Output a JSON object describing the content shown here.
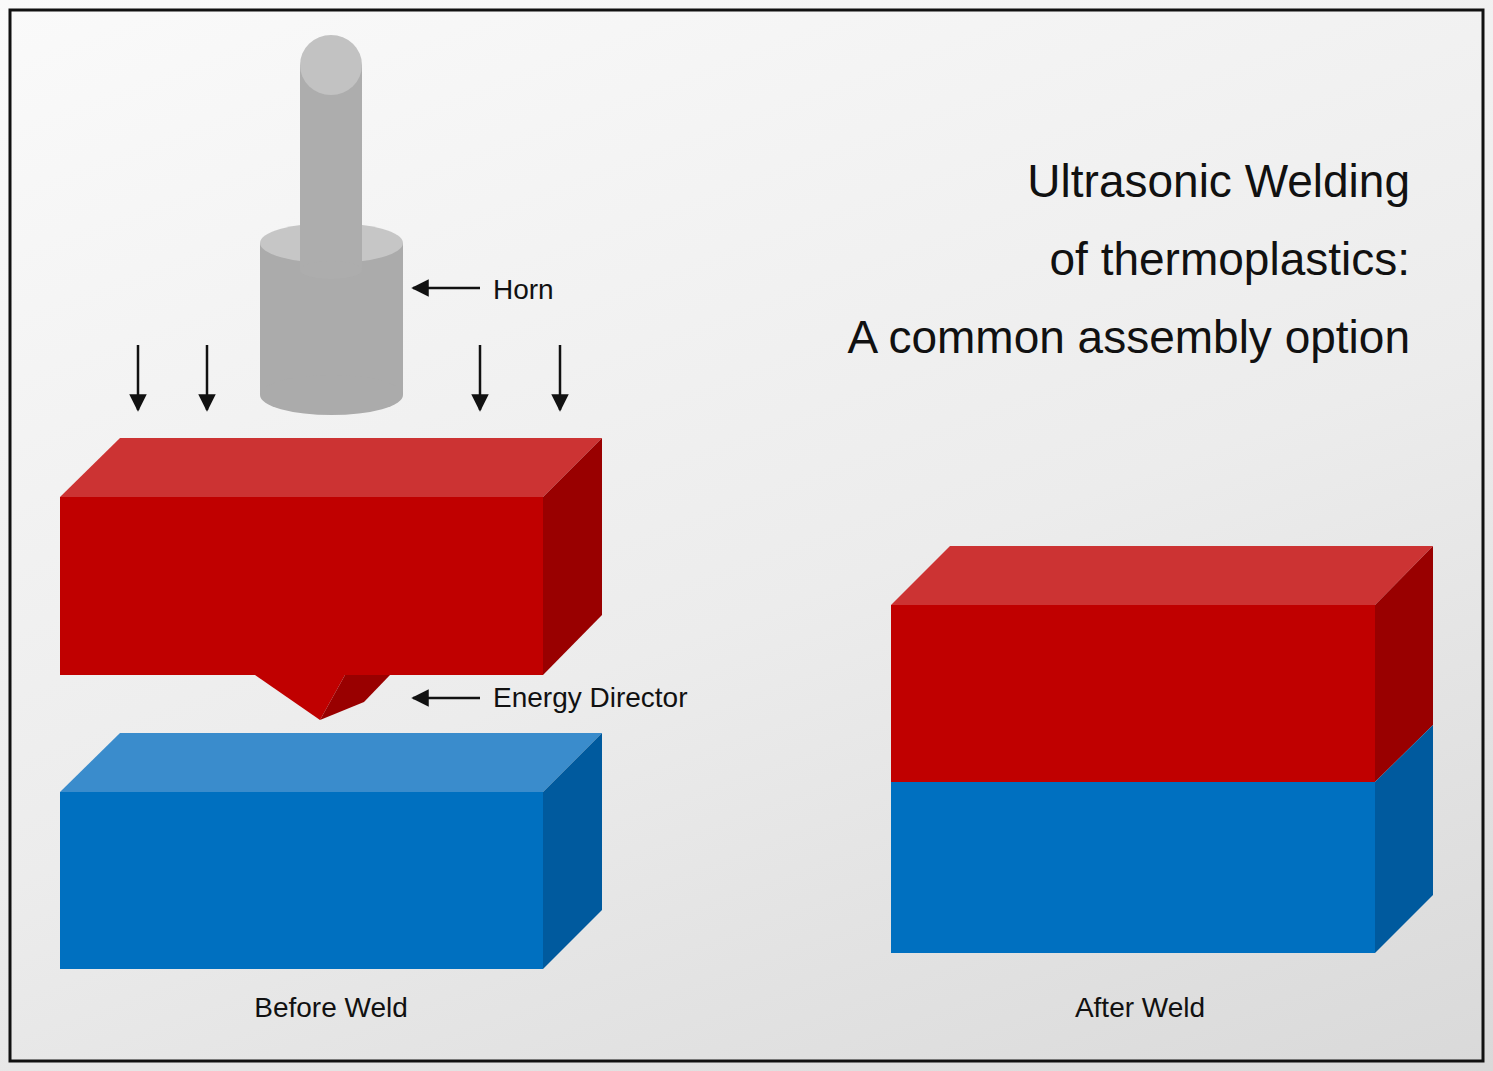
{
  "diagram": {
    "title": "Ultrasonic Welding of thermoplastics: A common assembly option",
    "labels": [
      "Horn",
      "Energy Director",
      "Before Weld",
      "After Weld"
    ]
  }
}
